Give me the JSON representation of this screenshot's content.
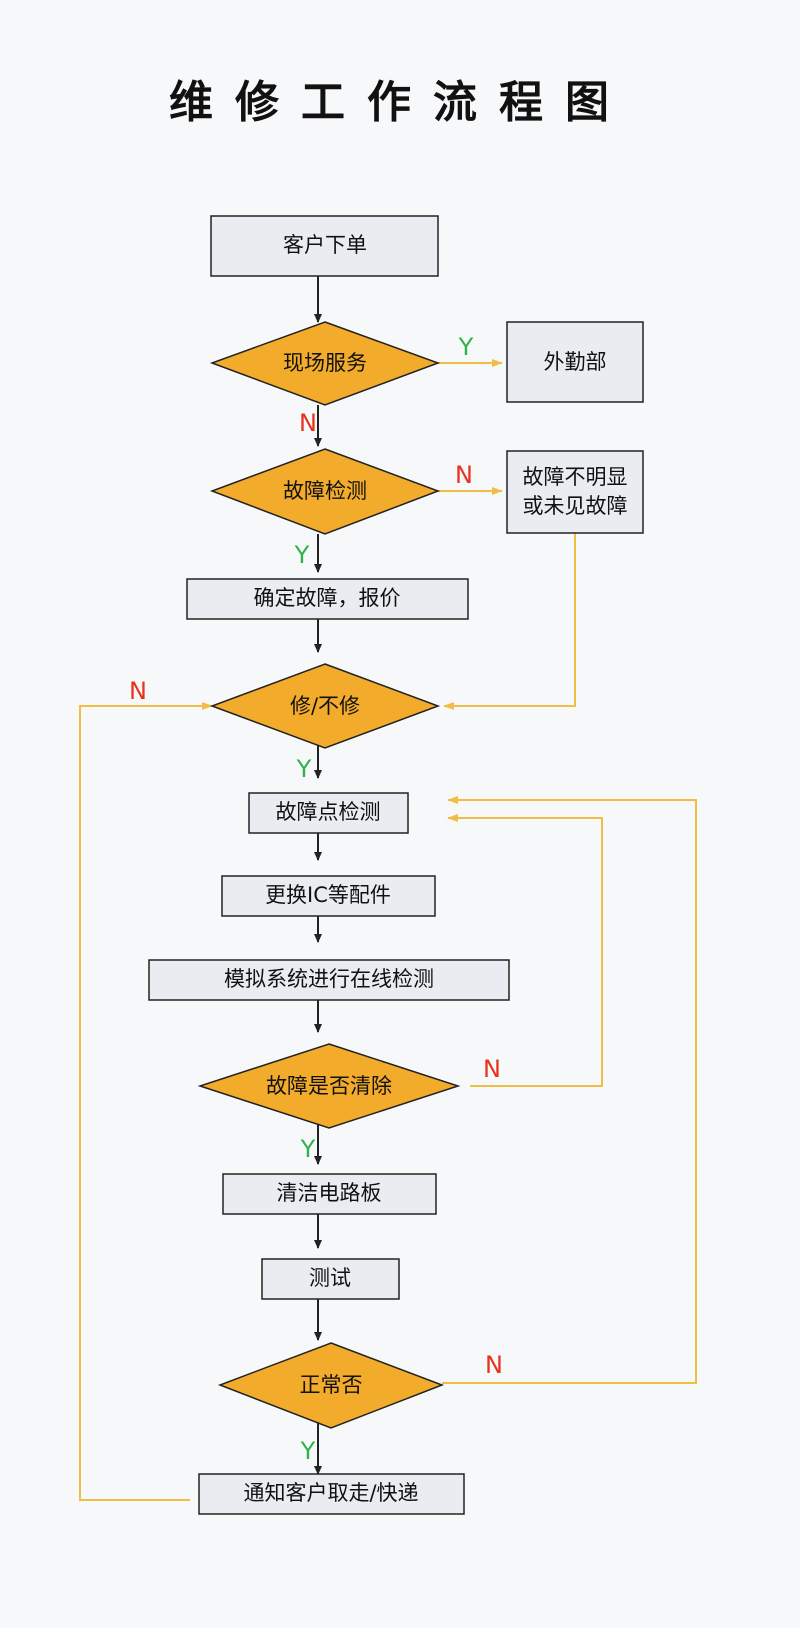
{
  "title": "维修工作流程图",
  "colors": {
    "box_fill": "#e9edf1",
    "diamond_fill": "#f2ab2a",
    "loop_line": "#f2bd45",
    "main_line": "#222222",
    "yes_label": "#2fb24a",
    "no_label": "#e8321d"
  },
  "nodes": {
    "order": "客户下单",
    "onsite": "现场服务",
    "field_dept": "外勤部",
    "fault_check": "故障检测",
    "unclear_line1": "故障不明显",
    "unclear_line2": "或未见故障",
    "confirm": "确定故障，报价",
    "repair_q": "修/不修",
    "point_check": "故障点检测",
    "replace": "更换IC等配件",
    "simulate": "模拟系统进行在线检测",
    "cleared_q": "故障是否清除",
    "clean": "清洁电路板",
    "test": "测试",
    "normal_q": "正常否",
    "notify": "通知客户取走/快递"
  },
  "labels": {
    "yes": "Y",
    "no": "N"
  }
}
